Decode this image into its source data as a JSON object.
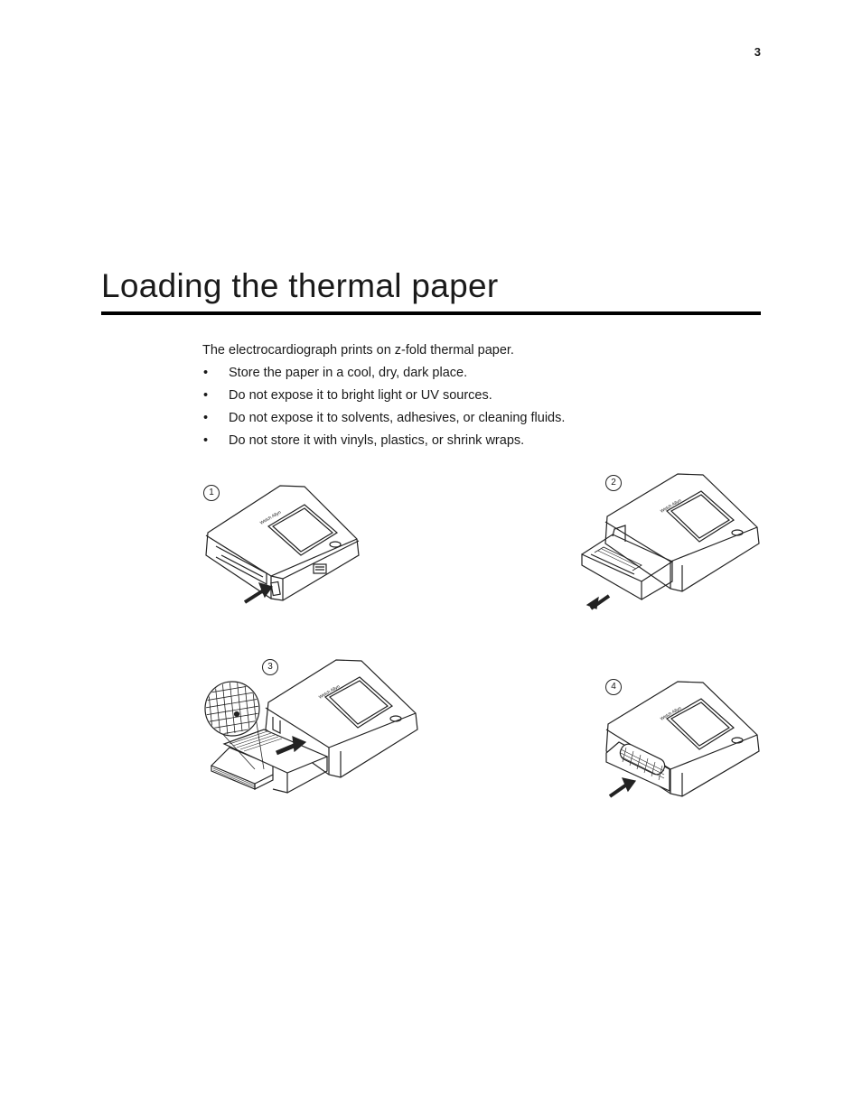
{
  "page": {
    "number": "3",
    "title": "Loading the thermal paper",
    "intro": "The electrocardiograph prints on z-fold thermal paper.",
    "bullets": [
      "Store the paper in a cool, dry, dark place.",
      "Do not expose it to bright light or UV sources.",
      "Do not expose it to solvents, adhesives, or cleaning fluids.",
      "Do not store it with vinyls, plastics, or shrink wraps."
    ],
    "bullet_glyph": "•"
  },
  "figures": [
    {
      "step": "1",
      "icon": "press-release-button-illustration"
    },
    {
      "step": "2",
      "icon": "pull-out-tray-illustration"
    },
    {
      "step": "3",
      "icon": "insert-paper-illustration"
    },
    {
      "step": "4",
      "icon": "close-tray-illustration"
    }
  ],
  "colors": {
    "text": "#1a1a1a",
    "rule": "#000000",
    "line_art": "#222222"
  }
}
